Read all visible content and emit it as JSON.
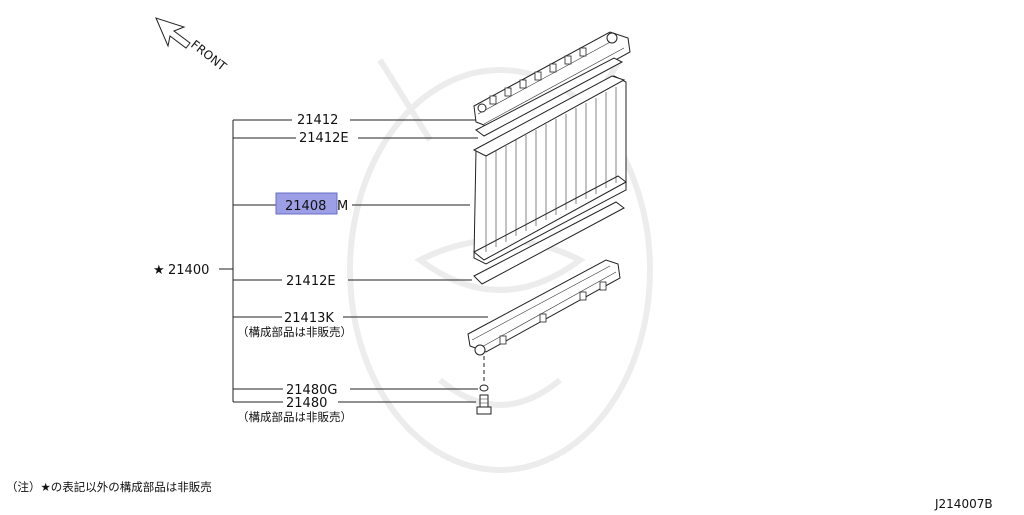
{
  "diagram": {
    "front_label": "FRONT",
    "assembly": {
      "star": "★",
      "number": "21400"
    },
    "parts": [
      {
        "id": "21412",
        "number": "21412",
        "note": ""
      },
      {
        "id": "21412E-top",
        "number": "21412E",
        "note": ""
      },
      {
        "id": "21408M",
        "number": "21408",
        "suffix": "M",
        "note": "",
        "highlighted": true
      },
      {
        "id": "21412E-bottom",
        "number": "21412E",
        "note": ""
      },
      {
        "id": "21413K",
        "number": "21413K",
        "note": "（構成部品は非販売）"
      },
      {
        "id": "21480G",
        "number": "21480G",
        "note": ""
      },
      {
        "id": "21480",
        "number": "21480",
        "note": "（構成部品は非販売）"
      }
    ],
    "footnote": "（注）★の表記以外の構成部品は非販売",
    "figure_code": "J214007B",
    "highlight_color": "#8b8ee0"
  }
}
